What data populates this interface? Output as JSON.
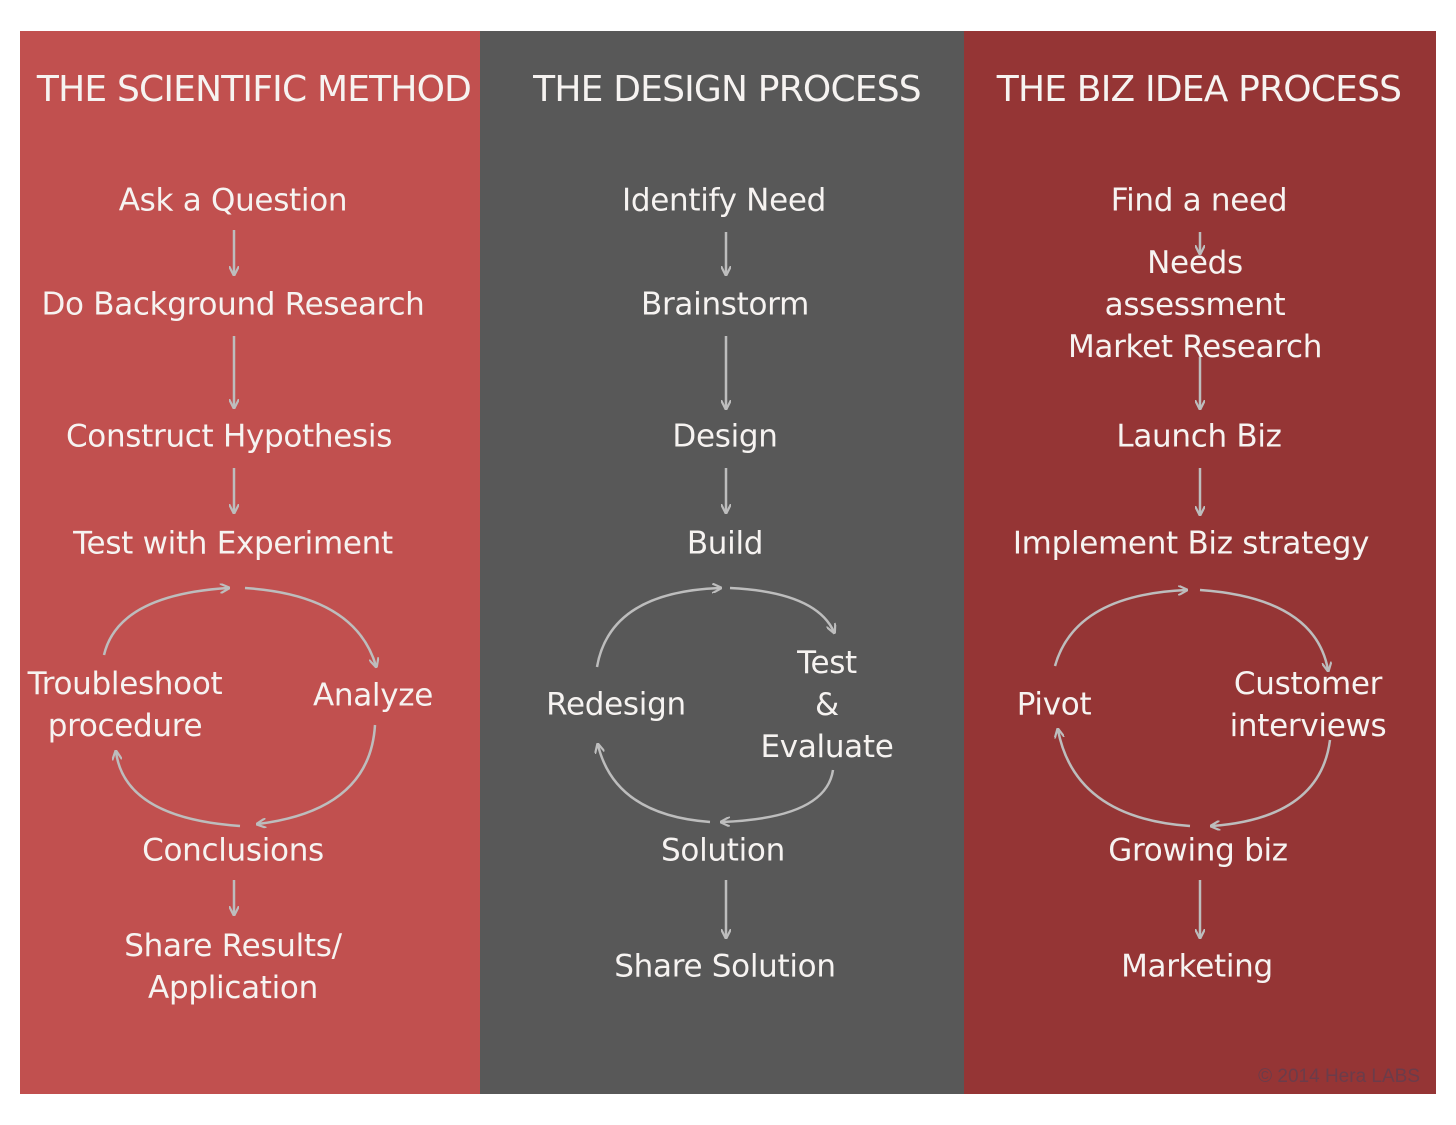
{
  "colors": {
    "panel_scientific": "#c1504f",
    "panel_design": "#585858",
    "panel_biz": "#953535",
    "text": "#f6f3f1",
    "arrow": "#bdbdbd"
  },
  "scientific": {
    "title": "THE SCIENTIFIC METHOD",
    "ask": "Ask a Question",
    "background": "Do Background Research",
    "hypothesis": "Construct Hypothesis",
    "experiment": "Test with Experiment",
    "troubleshoot": "Troubleshoot\nprocedure",
    "analyze": "Analyze",
    "conclusions": "Conclusions",
    "share": "Share Results/\nApplication"
  },
  "design": {
    "title": "THE DESIGN PROCESS",
    "identify": "Identify Need",
    "brainstorm": "Brainstorm",
    "design": "Design",
    "build": "Build",
    "redesign": "Redesign",
    "test": "Test\n&\nEvaluate",
    "solution": "Solution",
    "share": "Share Solution"
  },
  "biz": {
    "title": "THE BIZ IDEA PROCESS",
    "find": "Find a need",
    "assessment": "Needs assessment\nMarket Research",
    "launch": "Launch Biz",
    "implement": "Implement Biz strategy",
    "pivot": "Pivot",
    "interviews": "Customer\ninterviews",
    "growing": "Growing biz",
    "marketing": "Marketing"
  },
  "copyright": "© 2014 Hera LABS"
}
